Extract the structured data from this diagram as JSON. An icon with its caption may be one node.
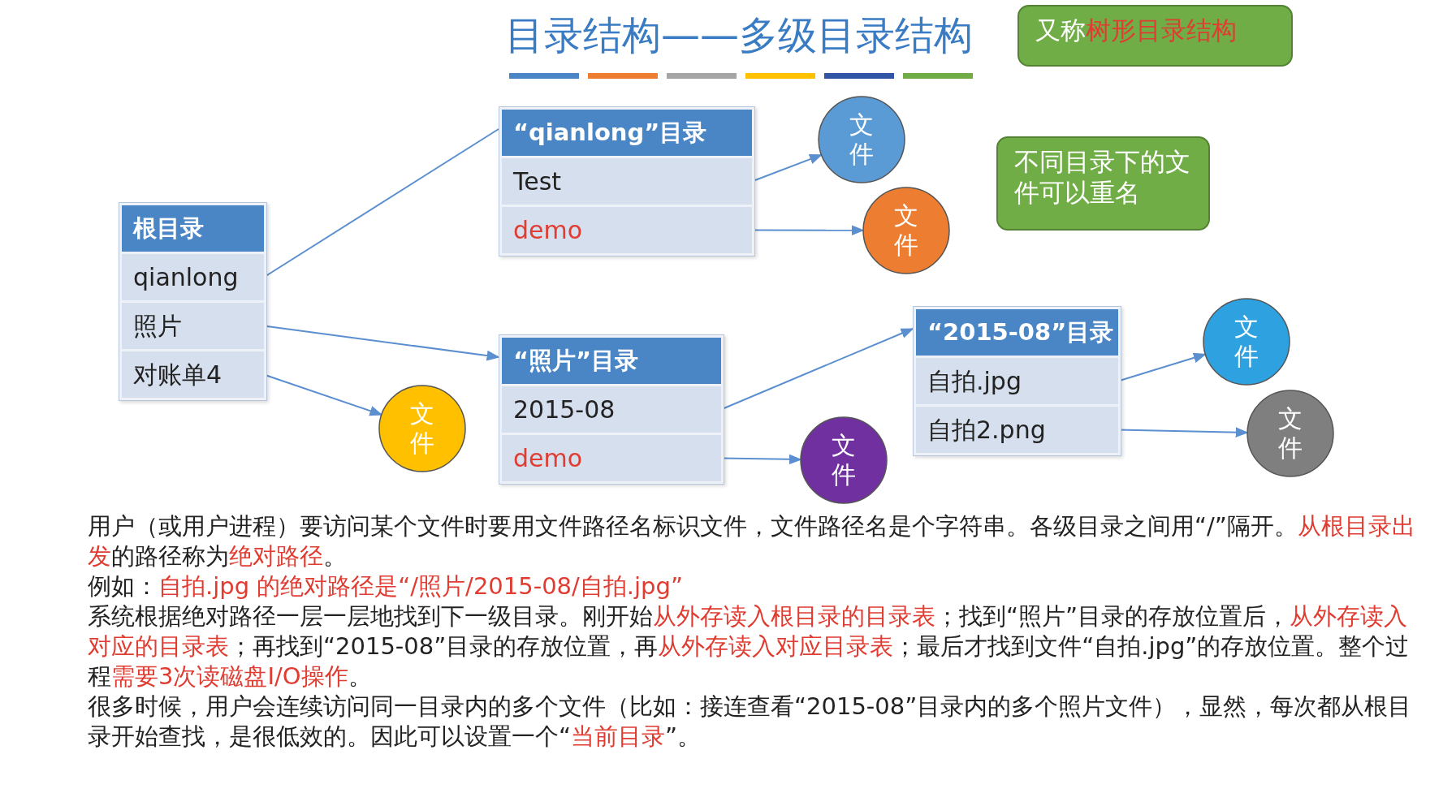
{
  "diagram": {
    "title": "目录结构——多级目录结构",
    "nodes": [
      {
        "text": [
          "根目录"
        ]
      },
      {
        "text": [
          "qianlong"
        ],
        "in": 0
      },
      {
        "text": [
          "照片"
        ],
        "in": 0
      },
      {
        "text": [
          "对账单4"
        ],
        "in": 0
      },
      {
        "text": [
          "“qianlong”目录"
        ]
      },
      {
        "text": [
          "Test"
        ],
        "in": 4
      },
      {
        "text": [
          "demo"
        ],
        "in": 4
      },
      {
        "text": [
          "文件"
        ]
      },
      {
        "text": [
          "文件"
        ]
      },
      {
        "text": [
          "不同目录下的文件可以重名"
        ]
      },
      {
        "text": [
          "“照片”目录"
        ]
      },
      {
        "text": [
          "2015-08"
        ],
        "in": 10
      },
      {
        "text": [
          "demo"
        ],
        "in": 10
      },
      {
        "text": [
          "文件"
        ]
      },
      {
        "text": [
          "文件"
        ]
      },
      {
        "text": [
          "“2015-08”目录"
        ]
      },
      {
        "text": [
          "自拍.jpg"
        ],
        "in": 15
      },
      {
        "text": [
          "自拍2.png"
        ],
        "in": 15
      },
      {
        "text": [
          "文件"
        ]
      },
      {
        "text": [
          "文件"
        ]
      },
      {
        "text": [
          "又称**树形目录结构**"
        ]
      }
    ],
    "edges": [
      {
        "from": 1,
        "to": 4,
        "arrow": "none"
      },
      {
        "from": 2,
        "to": 10,
        "arrow": "to"
      },
      {
        "from": 3,
        "to": 13,
        "arrow": "to"
      },
      {
        "from": 5,
        "to": 7,
        "arrow": "to"
      },
      {
        "from": 6,
        "to": 8,
        "arrow": "to"
      },
      {
        "from": 11,
        "to": 15,
        "arrow": "to"
      },
      {
        "from": 12,
        "to": 14,
        "arrow": "to"
      },
      {
        "from": 16,
        "to": 18,
        "arrow": "to"
      },
      {
        "from": 17,
        "to": 19,
        "arrow": "to"
      }
    ],
    "labels": [
      "用户（或用户进程）要访问某个文件时要用文件路径名标识文件，文件路径名是个字符串。各级目录之间用“/”隔开。**从根目录出发**的路径称为**绝对路径**。",
      "例如：**自拍.jpg 的绝对路径是“/照片/2015-08/自拍.jpg”**",
      "系统根据绝对路径一层一层地找到下一级目录。刚开始**从外存读入根目录的目录表**；找到“照片”目录的存放位置后，**从外存读入对应的目录表**；再找到“2015-08”目录的存放位置，再**从外存读入对应目录表**；最后才找到文件“自拍.jpg”的存放位置。整个过程**需要3次读磁盘I/O操作**。",
      "很多时候，用户会连续访问同一目录内的多个文件（比如：接连查看“2015-08”目录内的多个照片文件），显然，每次都从根目录开始查找，是很低效的。因此可以设置一个“**当前目录**”。"
    ]
  }
}
